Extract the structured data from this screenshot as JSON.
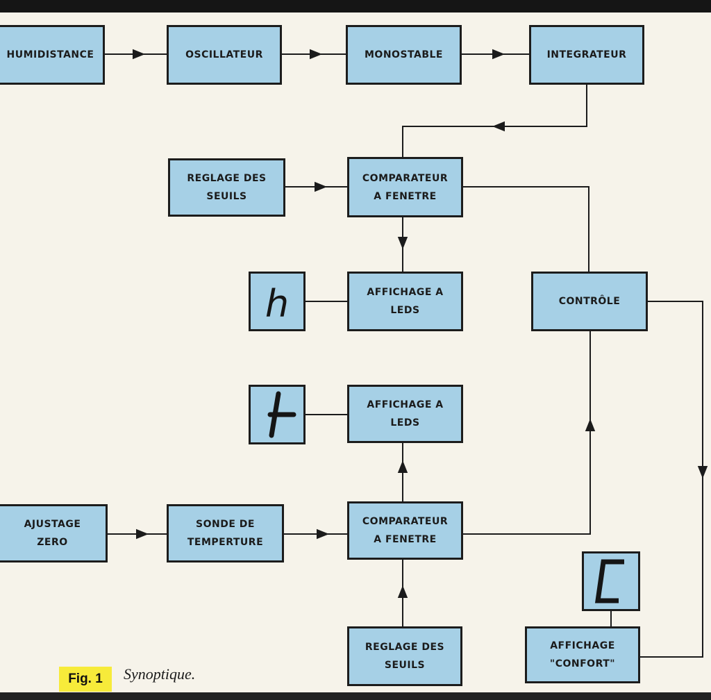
{
  "blocks": {
    "humidistance": "HUMIDISTANCE",
    "oscillateur": "OSCILLATEUR",
    "monostable": "MONOSTABLE",
    "integrateur": "INTEGRATEUR",
    "reglage_seuils_top": "REGLAGE  DES\nSEUILS",
    "comparateur_top": "COMPARATEUR\nA FENETRE",
    "affichage_leds_top": "AFFICHAGE  A\nLEDS",
    "controle": "CONTRÔLE",
    "affichage_leds_bottom": "AFFICHAGE  A\nLEDS",
    "ajustage_zero": "AJUSTAGE\nZERO",
    "sonde_temperature": "SONDE   DE\nTEMPERTURE",
    "comparateur_bottom": "COMPARATEUR\nA  FENETRE",
    "reglage_seuils_bottom": "REGLAGE  DES\nSEUILS",
    "affichage_confort": "AFFICHAGE\n\"CONFORT\""
  },
  "digits": {
    "humidity": "h",
    "temperature": "t",
    "confort": "C"
  },
  "caption": {
    "badge": "Fig. 1",
    "text": "Synoptique."
  },
  "colors": {
    "block_fill": "#a6d0e6",
    "badge_fill": "#f7eb3a",
    "paper": "#f6f3ea"
  }
}
